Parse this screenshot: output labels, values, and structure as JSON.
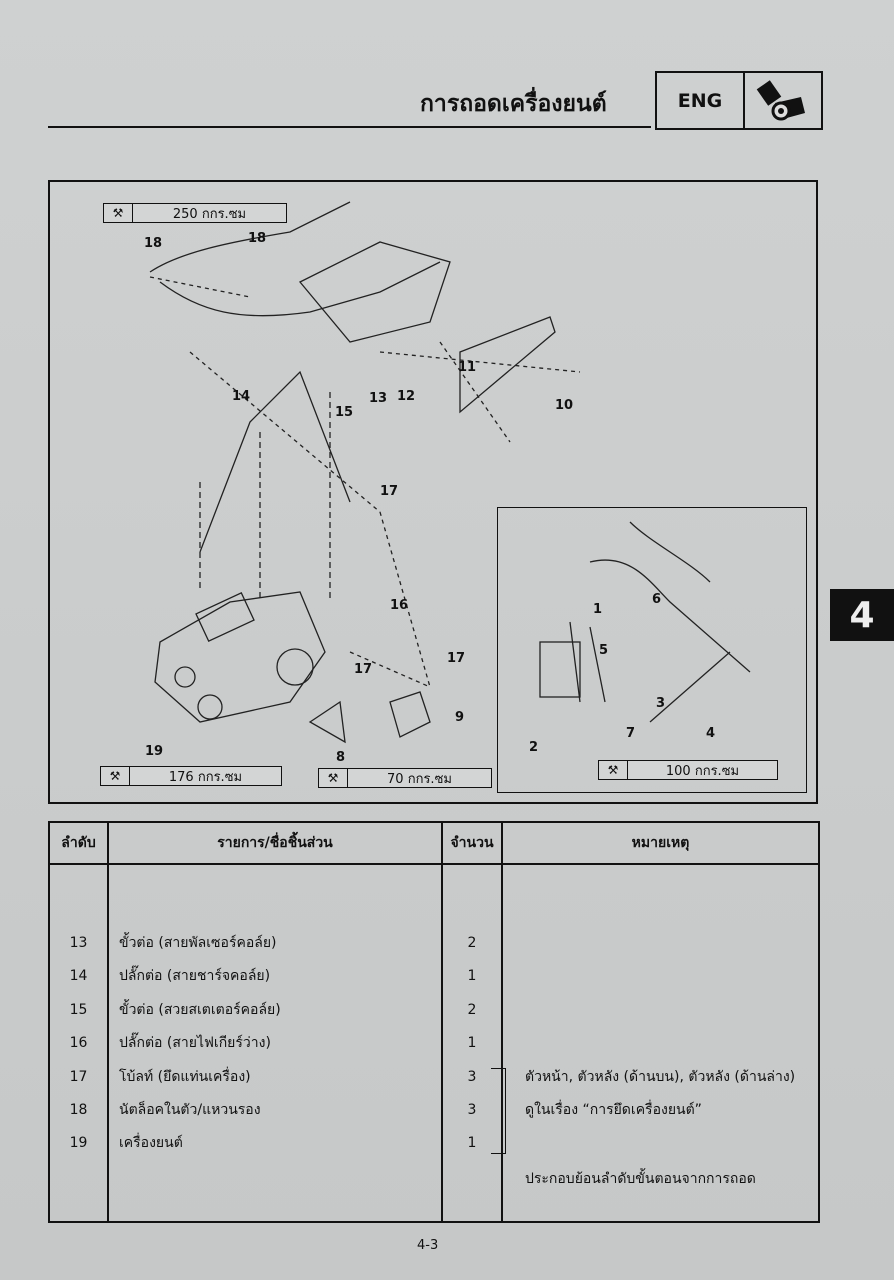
{
  "header": {
    "title": "การถอดเครื่องยนต์",
    "section_badge": "ENG",
    "section_icon": "engine-icon"
  },
  "section_tab": "4",
  "diagram": {
    "torques": [
      "250 กกร.ซม",
      "176 กกร.ซม",
      "70 กกร.ซม",
      "100 กกร.ซม"
    ],
    "callouts": [
      "18",
      "18",
      "14",
      "15",
      "13",
      "12",
      "11",
      "10",
      "17",
      "16",
      "17",
      "17",
      "9",
      "8",
      "19"
    ],
    "inset_callouts": [
      "1",
      "6",
      "5",
      "3",
      "7",
      "2",
      "4"
    ]
  },
  "table": {
    "headers": [
      "ลำดับ",
      "รายการ/ชื่อชิ้นส่วน",
      "จำนวน",
      "หมายเหตุ"
    ],
    "rows": [
      {
        "no": "13",
        "name": "ขั้วต่อ (สายพัลเซอร์คอล์ย)",
        "qty": "2"
      },
      {
        "no": "14",
        "name": "ปลั๊กต่อ (สายชาร์จคอล์ย)",
        "qty": "1"
      },
      {
        "no": "15",
        "name": "ขั้วต่อ (สวยสเตเตอร์คอล์ย)",
        "qty": "2"
      },
      {
        "no": "16",
        "name": "ปลั๊กต่อ (สายไฟเกียร์ว่าง)",
        "qty": "1"
      },
      {
        "no": "17",
        "name": "โบ้ลท์ (ยึดแท่นเครื่อง)",
        "qty": "3"
      },
      {
        "no": "18",
        "name": "นัตล็อคในตัว/แหวนรอง",
        "qty": "3"
      },
      {
        "no": "19",
        "name": "เครื่องยนต์",
        "qty": "1"
      }
    ],
    "notes": [
      "ตัวหน้า, ตัวหลัง (ด้านบน), ตัวหลัง (ด้านล่าง)",
      "ดูในเรื่อง “การยึดเครื่องยนต์”",
      "ประกอบย้อนลำดับขั้นตอนจากการถอด"
    ]
  },
  "page_number": "4-3"
}
